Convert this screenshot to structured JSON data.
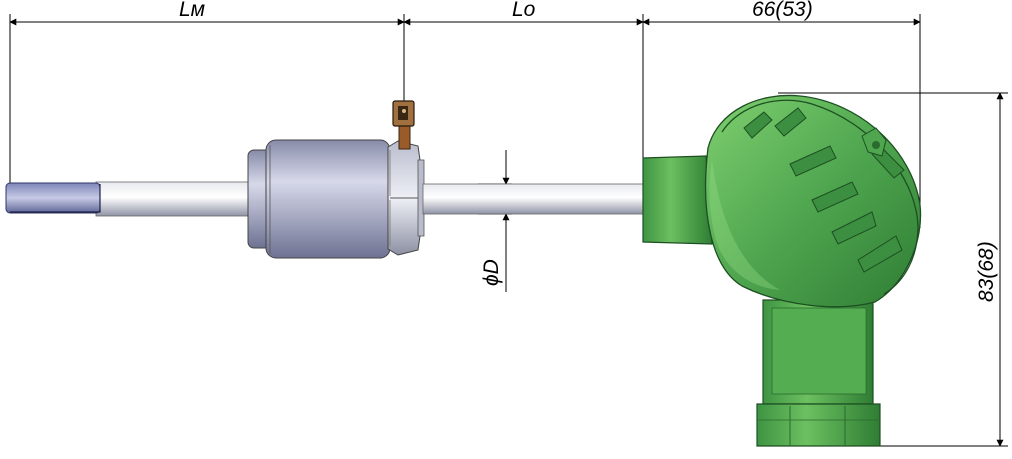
{
  "dimensions": {
    "probe_length_label": "Lм",
    "immersion_length_label": "Lо",
    "head_width_label": "66(53)",
    "head_height_label": "83(68)",
    "diameter_label": "ϕD"
  },
  "colors": {
    "head_green": "#4fa64f",
    "head_green_dark": "#2f7d34",
    "steel": "#c7c9d4",
    "fitting_body": "#a9adc8",
    "background": "#ffffff"
  }
}
